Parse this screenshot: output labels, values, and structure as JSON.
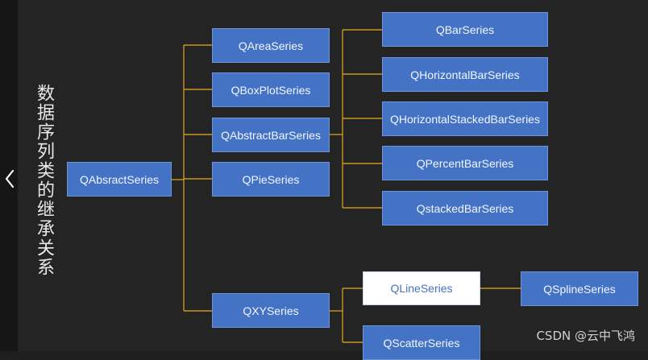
{
  "title": "数据序列类的继承关系",
  "nodes": {
    "root": "QAbsractSeries",
    "area": "QAreaSeries",
    "boxplot": "QBoxPlotSeries",
    "abstractbar": "QAbstractBarSeries",
    "pie": "QPieSeries",
    "xy": "QXYSeries",
    "bar": "QBarSeries",
    "horizontalbar": "QHorizontalBarSeries",
    "horizontalstacked": "QHorizontalStackedBarSeries",
    "percentbar": "QPercentBarSeries",
    "stackedbar": "QstackedBarSeries",
    "line": "QLineSeries",
    "spline": "QSplineSeries",
    "scatter": "QScatterSeries"
  },
  "watermark": "CSDN @云中飞鸿",
  "colors": {
    "node_fill": "#4472c4",
    "connector": "#c8961e",
    "background": "#242424"
  },
  "icons": {
    "nav": "chevron-left-icon"
  }
}
